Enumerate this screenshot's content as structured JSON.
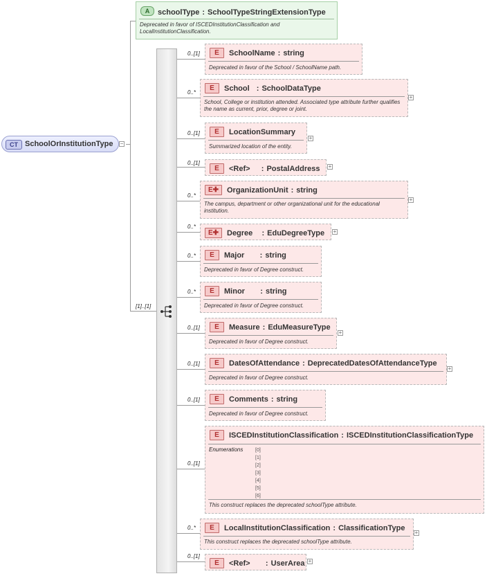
{
  "complex_type": {
    "tag": "CT",
    "name": "SchoolOrInstitutionType"
  },
  "attribute": {
    "tag": "A",
    "name": "schoolType",
    "type": "SchoolTypeStringExtensionType",
    "description": "Deprecated in favor of ISCEDInstitutionClassification and LocalInstitutionClassification."
  },
  "sequence_cardinality": "[1]..[1]",
  "elements": [
    {
      "tag": "E",
      "name": "SchoolName",
      "type": "string",
      "card": "0..[1]",
      "description": "Deprecated in favor of the School / SchoolName path."
    },
    {
      "tag": "E",
      "name": "School",
      "type": "SchoolDataType",
      "card": "0..*",
      "description": "School, College or institution attended.  Associated type attribute further qualifies the name as current, prior,  degree or joint."
    },
    {
      "tag": "E",
      "name": "LocationSummary",
      "type": "",
      "card": "0..[1]",
      "description": "Summarized location of the entity."
    },
    {
      "tag": "E",
      "name": "<Ref>",
      "type": "PostalAddress",
      "card": "0..[1]",
      "description": ""
    },
    {
      "tag": "E",
      "name": "OrganizationUnit",
      "type": "string",
      "card": "0..*",
      "description": "The campus, department or other organizational unit for the educational institution."
    },
    {
      "tag": "E",
      "name": "Degree",
      "type": "EduDegreeType",
      "card": "0..*",
      "description": ""
    },
    {
      "tag": "E",
      "name": "Major",
      "type": "string",
      "card": "0..*",
      "description": "Deprecated in favor of Degree construct."
    },
    {
      "tag": "E",
      "name": "Minor",
      "type": "string",
      "card": "0..*",
      "description": "Deprecated in favor of Degree construct."
    },
    {
      "tag": "E",
      "name": "Measure",
      "type": "EduMeasureType",
      "card": "0..[1]",
      "description": "Deprecated in favor of Degree construct."
    },
    {
      "tag": "E",
      "name": "DatesOfAttendance",
      "type": "DeprecatedDatesOfAttendanceType",
      "card": "0..[1]",
      "description": "Deprecated in favor of Degree construct."
    },
    {
      "tag": "E",
      "name": "Comments",
      "type": "string",
      "card": "0..[1]",
      "description": "Deprecated in favor of Degree construct."
    },
    {
      "tag": "E",
      "name": "ISCEDInstitutionClassification",
      "type": "ISCEDInstitutionClassificationType",
      "card": "0..[1]",
      "description": "This construct replaces the deprecated schoolType attribute.",
      "enum_label": "Enumerations",
      "enum_values": [
        "[0]",
        "[1]",
        "[2]",
        "[3]",
        "[4]",
        "[5]",
        "[6]"
      ]
    },
    {
      "tag": "E",
      "name": "LocalInstitutionClassification",
      "type": "ClassificationType",
      "card": "0..*",
      "description": "This construct replaces the deprecated schoolType attribute."
    },
    {
      "tag": "E",
      "name": "<Ref>",
      "type": "UserArea",
      "card": "0..[1]",
      "description": ""
    }
  ]
}
